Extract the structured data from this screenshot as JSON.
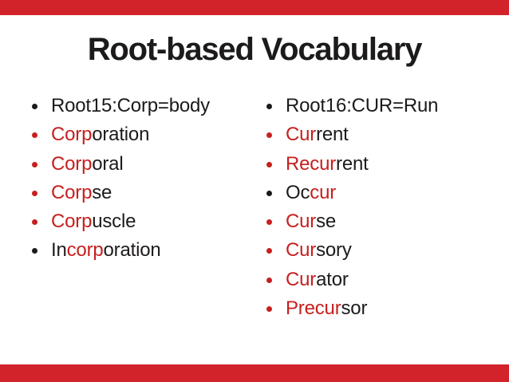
{
  "slide": {
    "title": "Root-based Vocabulary",
    "columns": [
      {
        "items": [
          {
            "bullet": "black",
            "segments": [
              {
                "text": "Root15:Corp=body",
                "color": "black"
              }
            ]
          },
          {
            "bullet": "red",
            "segments": [
              {
                "text": "Corp",
                "color": "red"
              },
              {
                "text": "oration",
                "color": "black"
              }
            ]
          },
          {
            "bullet": "red",
            "segments": [
              {
                "text": "Corp",
                "color": "red"
              },
              {
                "text": "oral",
                "color": "black"
              }
            ]
          },
          {
            "bullet": "red",
            "segments": [
              {
                "text": "Corp",
                "color": "red"
              },
              {
                "text": "se",
                "color": "black"
              }
            ]
          },
          {
            "bullet": "red",
            "segments": [
              {
                "text": "Corp",
                "color": "red"
              },
              {
                "text": "uscle",
                "color": "black"
              }
            ]
          },
          {
            "bullet": "black",
            "segments": [
              {
                "text": "In",
                "color": "black"
              },
              {
                "text": "corp",
                "color": "red"
              },
              {
                "text": "oration",
                "color": "black"
              }
            ]
          }
        ]
      },
      {
        "items": [
          {
            "bullet": "black",
            "segments": [
              {
                "text": "Root16:CUR=Run",
                "color": "black"
              }
            ]
          },
          {
            "bullet": "red",
            "segments": [
              {
                "text": "Cur",
                "color": "red"
              },
              {
                "text": "rent",
                "color": "black"
              }
            ]
          },
          {
            "bullet": "red",
            "segments": [
              {
                "text": "Recur",
                "color": "red"
              },
              {
                "text": "rent",
                "color": "black"
              }
            ]
          },
          {
            "bullet": "black",
            "segments": [
              {
                "text": "Oc",
                "color": "black"
              },
              {
                "text": "cur",
                "color": "red"
              }
            ]
          },
          {
            "bullet": "red",
            "segments": [
              {
                "text": "Cur",
                "color": "red"
              },
              {
                "text": "se",
                "color": "black"
              }
            ]
          },
          {
            "bullet": "red",
            "segments": [
              {
                "text": "Cur",
                "color": "red"
              },
              {
                "text": "sory",
                "color": "black"
              }
            ]
          },
          {
            "bullet": "red",
            "segments": [
              {
                "text": "Cur",
                "color": "red"
              },
              {
                "text": "ator",
                "color": "black"
              }
            ]
          },
          {
            "bullet": "red",
            "segments": [
              {
                "text": "Precur",
                "color": "red"
              },
              {
                "text": "sor",
                "color": "black"
              }
            ]
          }
        ]
      }
    ]
  },
  "palette": {
    "red": "#c7201f",
    "black": "#1d1a1b",
    "bar_red": "#d2232a",
    "background": "#ffffff"
  },
  "decorations": {
    "top_bar": "red-accent-bar",
    "bottom_bar": "red-accent-bar"
  }
}
